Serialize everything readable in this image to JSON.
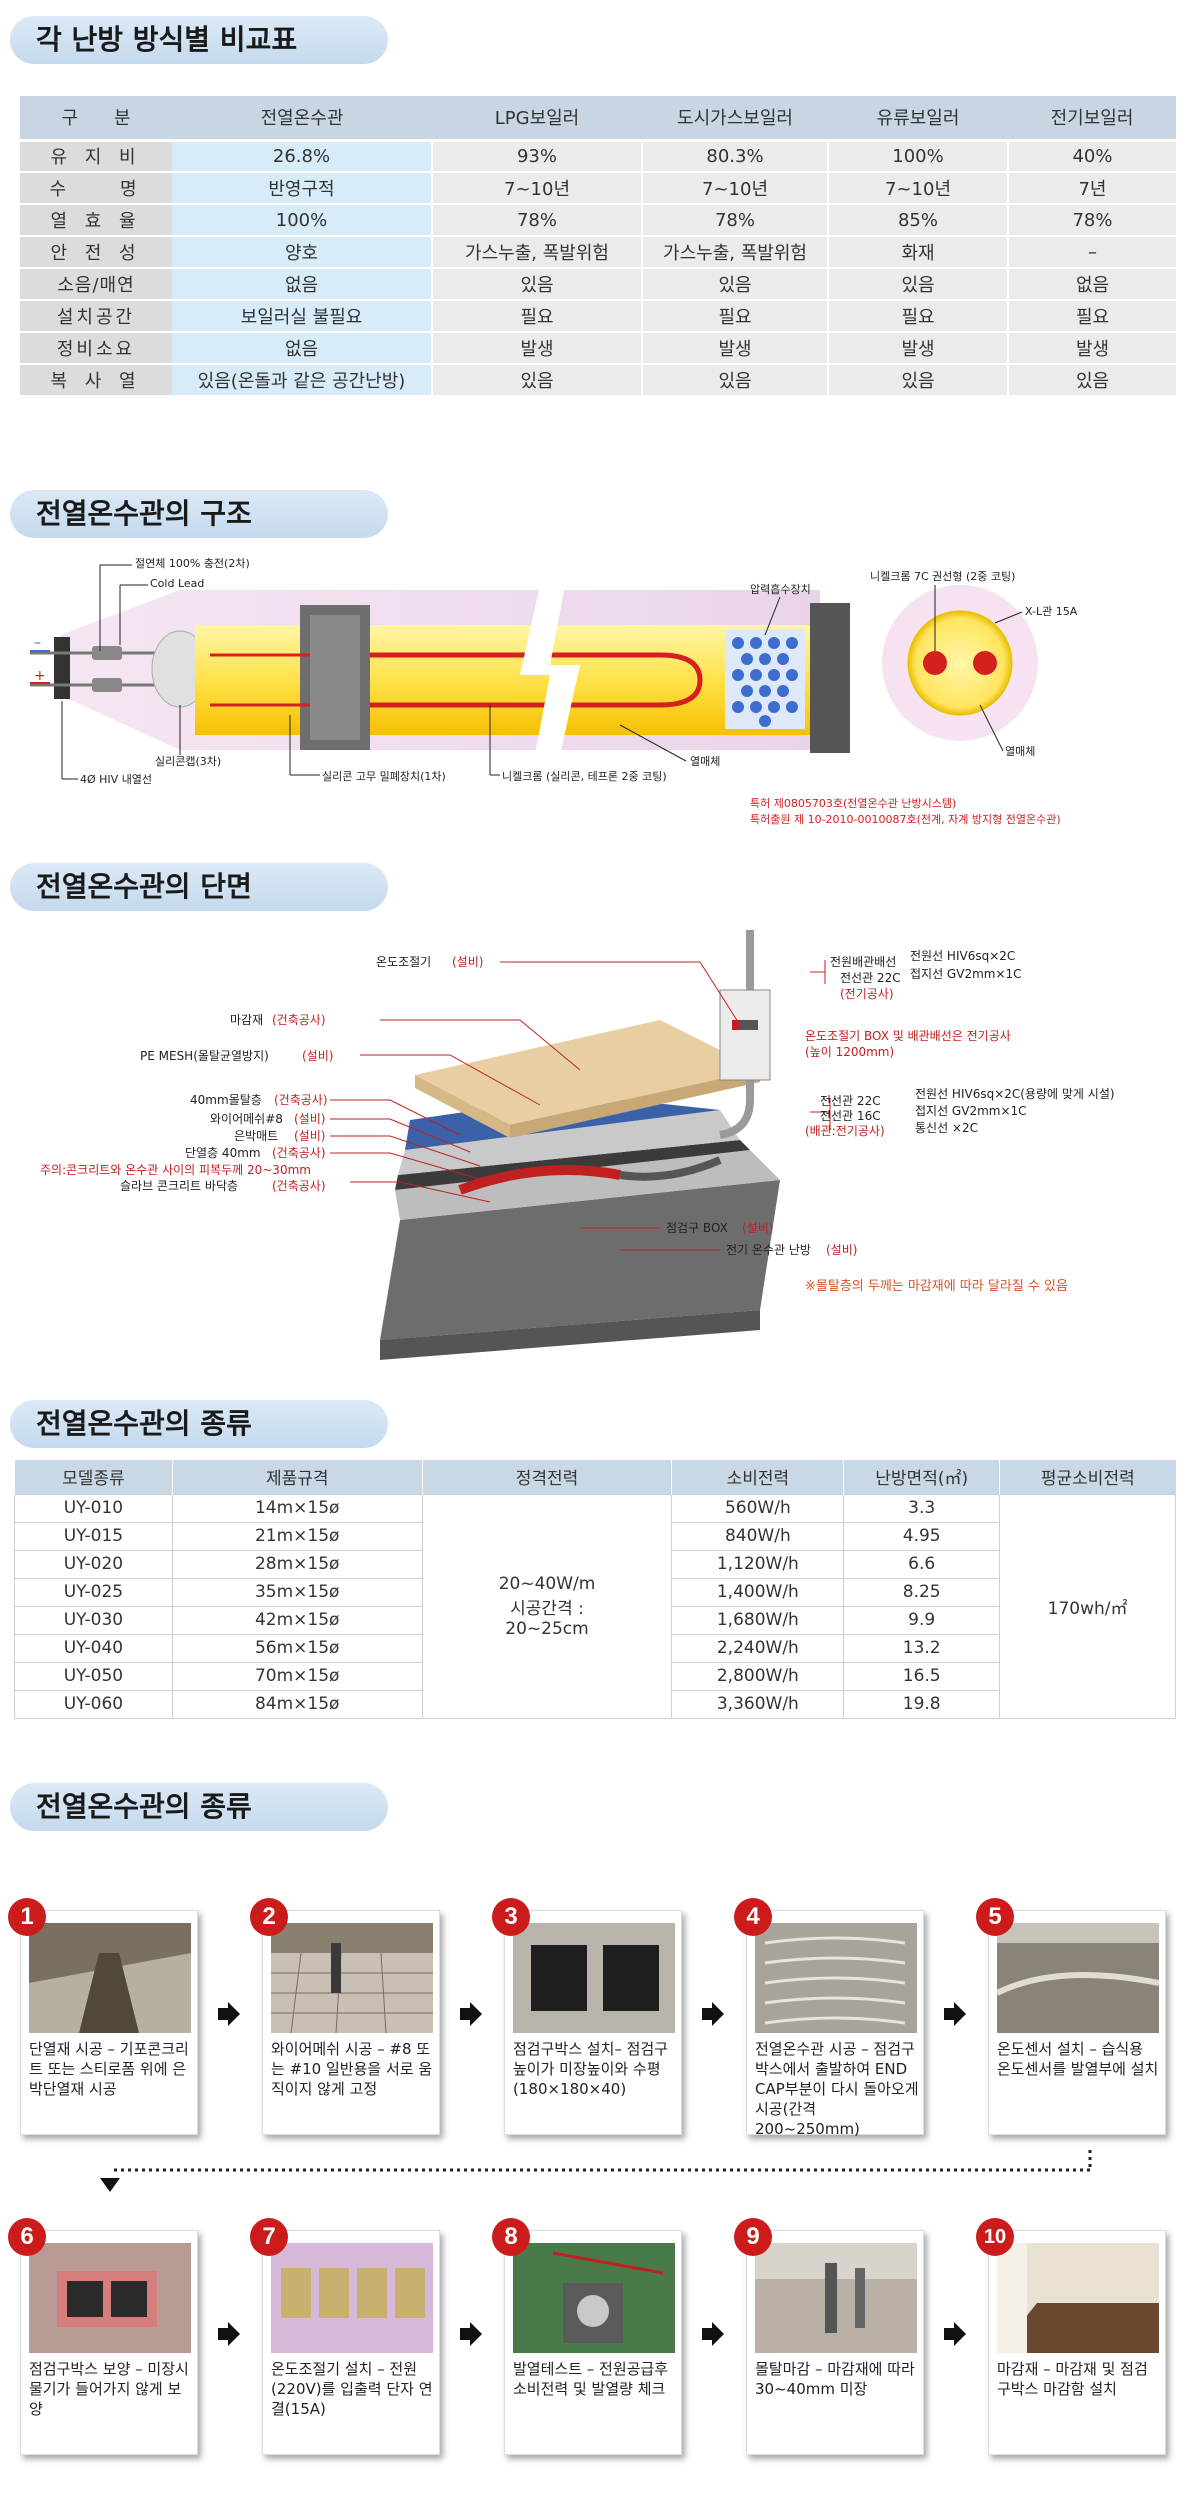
{
  "sections": {
    "s1": "각 난방 방식별 비교표",
    "s2": "전열온수관의 구조",
    "s3": "전열온수관의 단면",
    "s4": "전열온수관의 종류",
    "s5": "전열온수관의 종류"
  },
  "comparison": {
    "headers": [
      "구　　분",
      "전열온수관",
      "LPG보일러",
      "도시가스보일러",
      "유류보일러",
      "전기보일러"
    ],
    "rows": [
      [
        "유 지 비",
        "26.8%",
        "93%",
        "80.3%",
        "100%",
        "40%"
      ],
      [
        "수　　명",
        "반영구적",
        "7~10년",
        "7~10년",
        "7~10년",
        "7년"
      ],
      [
        "열 효 율",
        "100%",
        "78%",
        "78%",
        "85%",
        "78%"
      ],
      [
        "안 전 성",
        "양호",
        "가스누출, 폭발위험",
        "가스누출, 폭발위험",
        "화재",
        "–"
      ],
      [
        "소음/매연",
        "없음",
        "있음",
        "있음",
        "있음",
        "없음"
      ],
      [
        "설치공간",
        "보일러실 불필요",
        "필요",
        "필요",
        "필요",
        "필요"
      ],
      [
        "정비소요",
        "없음",
        "발생",
        "발생",
        "발생",
        "발생"
      ],
      [
        "복 사 열",
        "있음(온돌과 같은 공간난방)",
        "있음",
        "있음",
        "있음",
        "있음"
      ]
    ]
  },
  "structure": {
    "label_insulation": "절연체 100% 충전(2차)",
    "label_coldlead": "Cold Lead",
    "label_silicone_cap": "실리콘캡(3차)",
    "label_hiv": "4Ø HIV 내열선",
    "label_silicone_rubber": "실리콘 고무 밀폐장치(1차)",
    "label_nichrome": "니켈크롬 (실리콘, 테프론 2중 코팅)",
    "label_heat_body": "열매체",
    "label_pressure": "압력흡수장치",
    "label_nichrome_7c": "니켈크롬 7C 권선형 (2중 코팅)",
    "label_xl": "X-L관 15A",
    "label_heat_body2": "열매체",
    "patent1": "특허 제0805703호(전열온수관 난방시스템)",
    "patent2": "특허출원 제 10-2010-0010087호(전계, 자계 방지형 전열온수관)"
  },
  "section_labels": {
    "thermostat": "온도조절기",
    "thermostat_tag": "(설비)",
    "finish": "마감재",
    "finish_tag": "(건축공사)",
    "pe_mesh": "PE MESH(몰탈균열방지)",
    "pe_mesh_tag": "(설비)",
    "mortar": "40mm몰탈층",
    "mortar_tag": "(건축공사)",
    "wire_mesh": "와이어메쉬#8",
    "wire_mesh_tag": "(설비)",
    "foil": "은박매트",
    "foil_tag": "(설비)",
    "insul": "단열층 40mm",
    "insul_tag": "(건축공사)",
    "note_cover": "주의:콘크리트와 온수관 사이의 피복두께 20~30mm",
    "slab": "슬라브 콘크리트 바닥층",
    "slab_tag": "(건축공사)",
    "power_box": "전원배관배선",
    "power_box2": "전선관 22C",
    "power_box3": "(전기공사)",
    "power_line1": "전원선 HIV6sq×2C",
    "power_line2": "접지선 GV2mm×1C",
    "box_note1": "온도조절기 BOX 및 배관배선은 전기공사",
    "box_note2": "(높이 1200mm)",
    "conduit1": "전선관 22C",
    "conduit2": "전선관 16C",
    "conduit3": "(배관:전기공사)",
    "wire1": "전원선 HIV6sq×2C(용량에 맞게 시설)",
    "wire2": "접지선 GV2mm×1C",
    "wire3": "통신선 ×2C",
    "check_box": "점검구 BOX",
    "check_box_tag": "(설비)",
    "elec_pipe": "전기 온수관 난방",
    "elec_pipe_tag": "(설비)",
    "footnote": "※몰탈층의 두께는 마감재에 따라 달라질 수 있음"
  },
  "kinds": {
    "headers": [
      "모델종류",
      "제품규격",
      "정격전력",
      "소비전력",
      "난방면적(㎡)",
      "평균소비전력"
    ],
    "rows": [
      [
        "UY-010",
        "14m×15ø",
        "560W/h",
        "3.3"
      ],
      [
        "UY-015",
        "21m×15ø",
        "840W/h",
        "4.95"
      ],
      [
        "UY-020",
        "28m×15ø",
        "1,120W/h",
        "6.6"
      ],
      [
        "UY-025",
        "35m×15ø",
        "1,400W/h",
        "8.25"
      ],
      [
        "UY-030",
        "42m×15ø",
        "1,680W/h",
        "9.9"
      ],
      [
        "UY-040",
        "56m×15ø",
        "2,240W/h",
        "13.2"
      ],
      [
        "UY-050",
        "70m×15ø",
        "2,800W/h",
        "16.5"
      ],
      [
        "UY-060",
        "84m×15ø",
        "3,360W/h",
        "19.8"
      ]
    ],
    "rated_1": "20~40W/m",
    "rated_2": "시공간격 :",
    "rated_3": "20~25cm",
    "avg": "170wh/㎡"
  },
  "steps": [
    {
      "n": "1",
      "text": "단열재 시공 – 기포콘크리트 또는 스티로폼 위에 은박단열재 시공"
    },
    {
      "n": "2",
      "text": "와이어메쉬 시공 – #8 또는 #10 일반용을 서로 움직이지 않게 고정"
    },
    {
      "n": "3",
      "text": "점검구박스 설치– 점검구높이가 미장높이와 수평(180×180×40)"
    },
    {
      "n": "4",
      "text": "전열온수관 시공 – 점검구박스에서 출발하여 END CAP부분이 다시 돌아오게 시공(간격 200~250mm)"
    },
    {
      "n": "5",
      "text": "온도센서 설치 – 습식용 온도센서를 발열부에 설치"
    },
    {
      "n": "6",
      "text": "점검구박스 보양 – 미장시 물기가 들어가지 않게 보양"
    },
    {
      "n": "7",
      "text": "온도조절기 설치 – 전원(220V)를 입출력 단자 연결(15A)"
    },
    {
      "n": "8",
      "text": "발열테스트 – 전원공급후 소비전력 및 발열량 체크"
    },
    {
      "n": "9",
      "text": "몰탈마감 – 마감재에 따라 30~40mm 미장"
    },
    {
      "n": "10",
      "text": "마감재 – 마감재 및 점검구박스 마감함 설치"
    }
  ]
}
